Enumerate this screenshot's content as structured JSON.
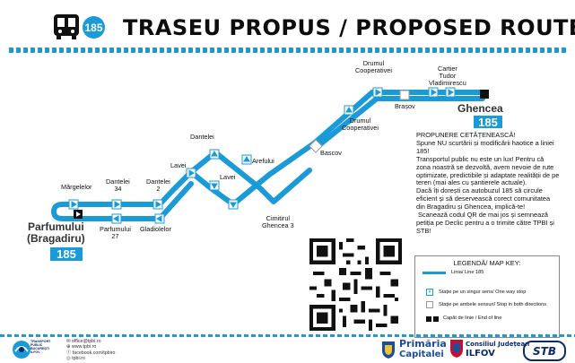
{
  "header": {
    "route_number": "185",
    "title": "TRASEU  PROPUS  / PROPOSED ROUTE"
  },
  "map": {
    "stops": {
      "drumul_cooperativei_top": "Drumul\nCooperativei",
      "cartier_tudor": "Cartier\nTudor\nVladimirescu",
      "brasov": "Brașov",
      "ghencea": "Ghencea",
      "drumul_cooperativei_mid": "Drumul\nCooperativei",
      "dantelei_mid": "Dantelei",
      "bascov": "Bascov",
      "lavei_left": "Lavei",
      "lavei_right": "Lavei",
      "arefului": "Arefului",
      "margelelor": "Mărgelelor",
      "dantelei_34": "Dantelei\n34",
      "dantelei_2": "Dantelei\n2",
      "cimitirul": "Cimitirul\nGhencea 3",
      "parfumului_big": "Parfumului\n(Bragadiru)",
      "parfumului_27": "Parfumului\n27",
      "gladiolelor": "Gladiolelor"
    },
    "route_badge_ghencea": "185",
    "route_badge_parfumului": "185",
    "route_color": "#1a9bd7"
  },
  "proposal": {
    "heading": "PROPUNERE CETĂȚENEASCĂ!",
    "p1": "Spune NU scurtării și modificării haotice a liniei 185!",
    "p2": "Transportul public nu este un lux! Pentru că zona noastră se dezvoltă, avem nevoie de rute optimizate, predictibile și adaptate realității de pe teren (mai ales cu șantierele actuale).",
    "p3": "Dacă îți dorești ca autobuzul 185 să circule eficient și să deservească corect comunitatea din Bragadiru și Ghencea, implică-te!",
    "p4": "Scanează codul QR de mai jos și semnează petiția pe Declic pentru a o trimite către TPBI și STB!"
  },
  "legend": {
    "title": "LEGENDĂ/ MAP KEY:",
    "line": "Linia/ Line 185",
    "one_way": "Stație pe un singur sens/ One way stop",
    "both_dir": "Stație pe ambele sensuri/ Stop in both directions",
    "terminus": "Capăt de linie / End of line"
  },
  "footer": {
    "tpbi_logo_text": "TRANSPORT\nPUBLIC\nBUCUREȘTI\nILFOV",
    "email": "office@tpbi.ro",
    "web": "www.tpbi.ro",
    "facebook": "facebook.com/tpbiro",
    "instagram": "tpbi.ro",
    "primaria_line1": "Primăria",
    "primaria_line2": "Capitalei",
    "cj_line1": "Consiliul Județean",
    "cj_line2": "ILFOV",
    "stb": "STB"
  }
}
